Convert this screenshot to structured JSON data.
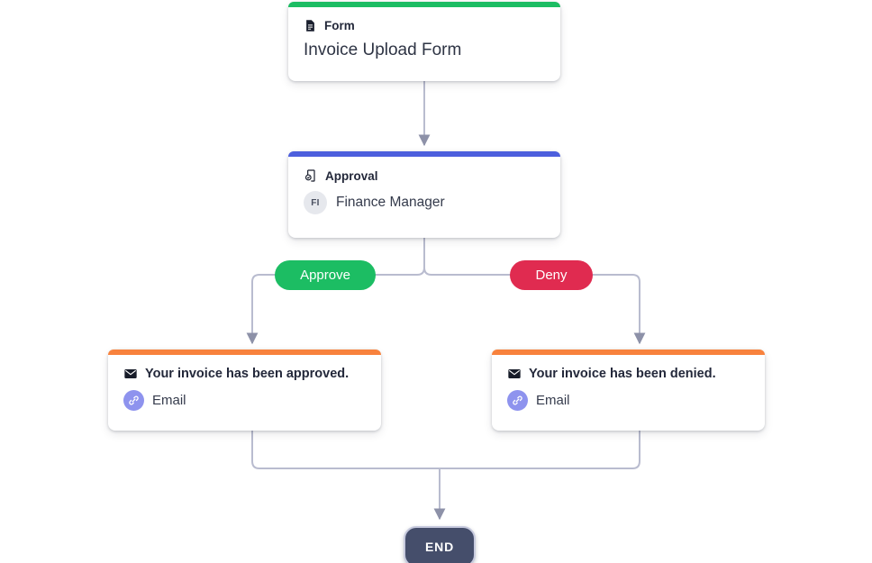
{
  "diagram": {
    "form": {
      "type_label": "Form",
      "title": "Invoice Upload Form"
    },
    "approval": {
      "type_label": "Approval",
      "avatar_initials": "FI",
      "assignee": "Finance Manager"
    },
    "branches": {
      "approve_label": "Approve",
      "deny_label": "Deny"
    },
    "email_approved": {
      "title": "Your invoice has been approved.",
      "channel_label": "Email"
    },
    "email_denied": {
      "title": "Your invoice has been denied.",
      "channel_label": "Email"
    },
    "end": {
      "label": "END"
    }
  },
  "icons": {
    "form": "document-icon",
    "approval": "approval-badge-icon",
    "email": "envelope-icon",
    "channel": "link-icon"
  },
  "colors": {
    "form_accent": "#1cbd63",
    "approval_accent": "#4d5fdd",
    "email_accent": "#f8823d",
    "approve_pill": "#1cbd63",
    "deny_pill": "#e02b50",
    "connector_line": "#b9bccf",
    "arrow_head": "#8d91a8",
    "end_background": "#454e6b",
    "end_border": "#c7cade",
    "card_background": "#ffffff",
    "text_dark": "#23283a",
    "avatar_background": "#e6e8ed",
    "link_circle": "#8e93ee"
  }
}
